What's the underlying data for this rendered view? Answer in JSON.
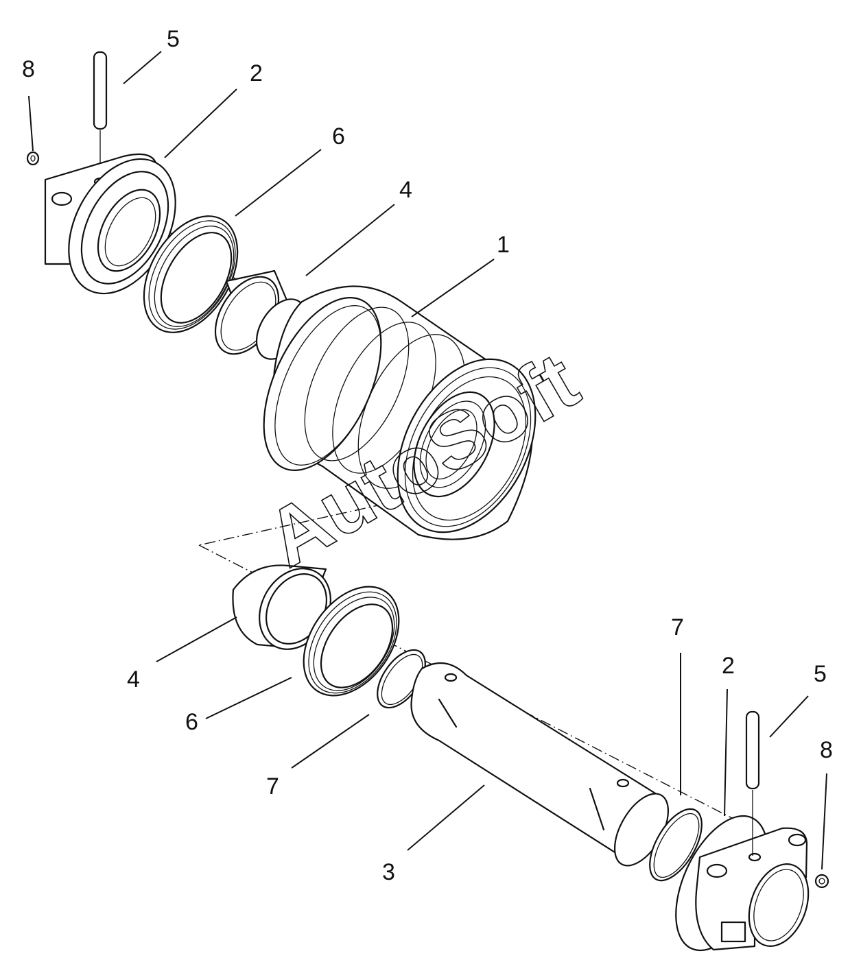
{
  "diagram": {
    "callouts": [
      {
        "id": "c8-top",
        "text": "8"
      },
      {
        "id": "c5-top",
        "text": "5"
      },
      {
        "id": "c2-top",
        "text": "2"
      },
      {
        "id": "c6-top",
        "text": "6"
      },
      {
        "id": "c4-top",
        "text": "4"
      },
      {
        "id": "c1",
        "text": "1"
      },
      {
        "id": "c4-bottom",
        "text": "4"
      },
      {
        "id": "c6-bottom",
        "text": "6"
      },
      {
        "id": "c7-bottom",
        "text": "7"
      },
      {
        "id": "c3",
        "text": "3"
      },
      {
        "id": "c7-right",
        "text": "7"
      },
      {
        "id": "c2-bottom",
        "text": "2"
      },
      {
        "id": "c5-bottom",
        "text": "5"
      },
      {
        "id": "c8-bottom",
        "text": "8"
      }
    ],
    "watermark": "AutoSoft"
  }
}
